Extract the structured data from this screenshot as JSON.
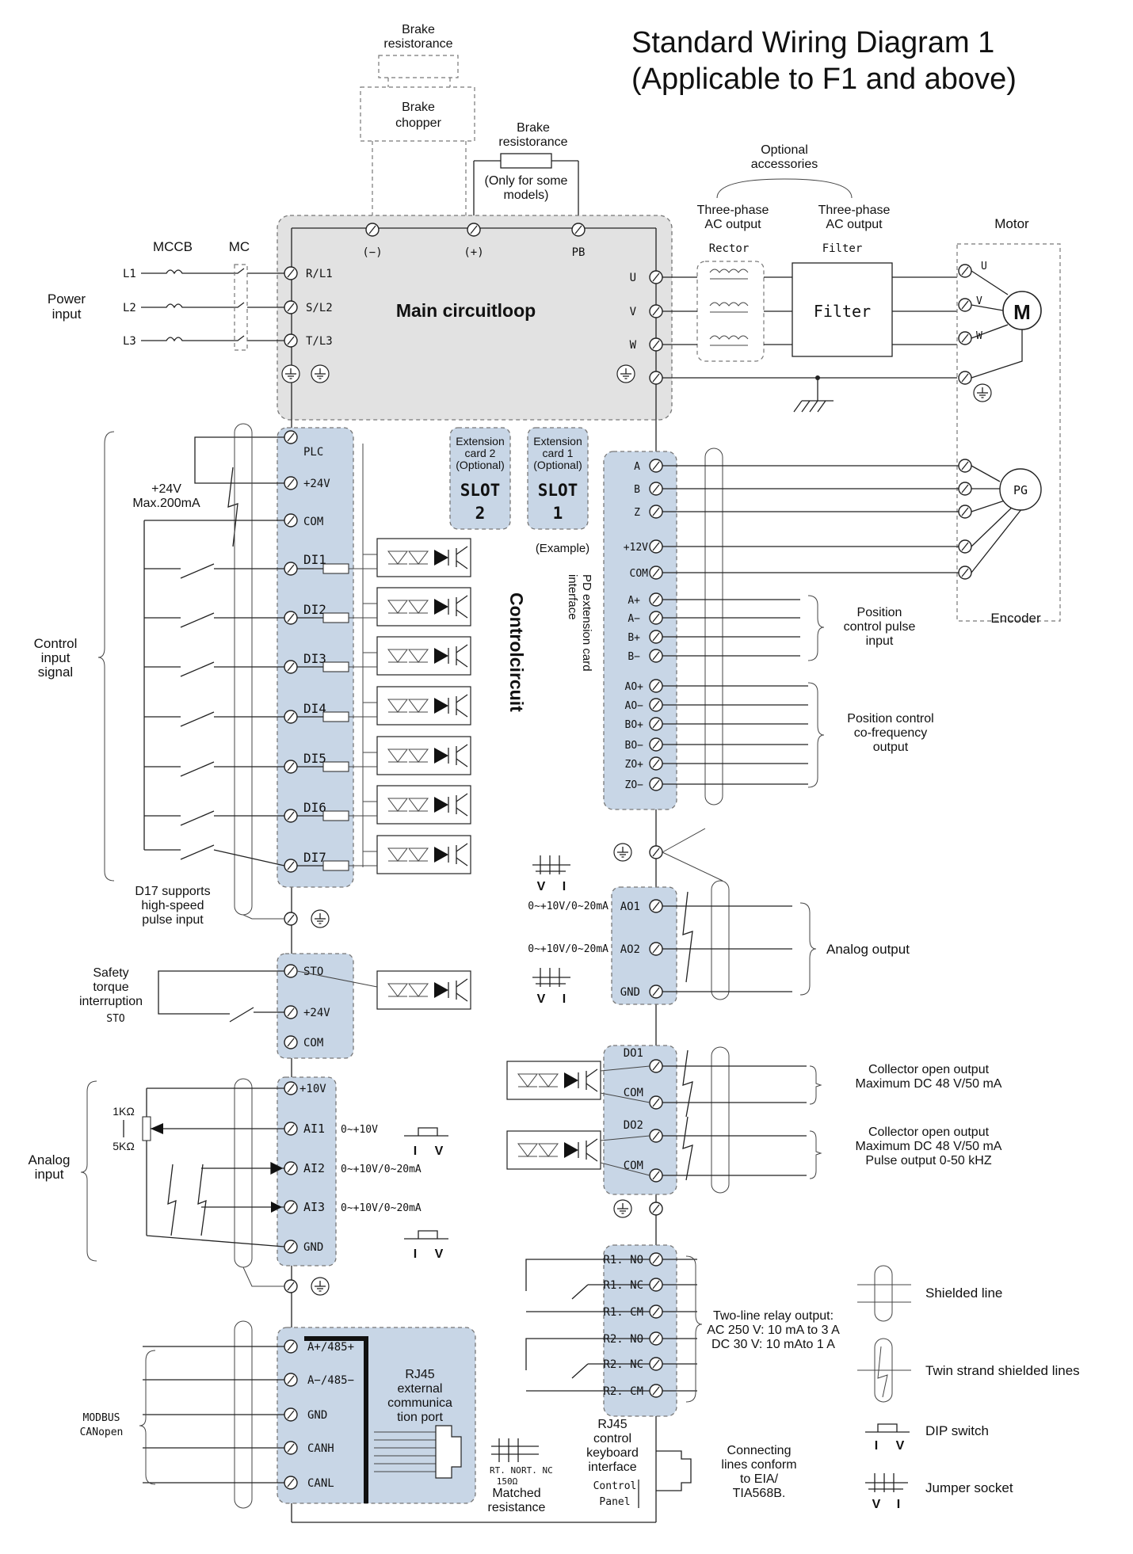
{
  "title": {
    "line1": "Standard Wiring Diagram 1",
    "line2": "(Applicable to F1 and above)"
  },
  "top": {
    "brake_res_top": [
      "Brake",
      "resistorance"
    ],
    "brake_chopper": [
      "Brake",
      "chopper"
    ],
    "brake_res_mid": [
      "Brake",
      "resistorance"
    ],
    "only_some": [
      "(Only for some",
      "models)"
    ],
    "optional_acc": [
      "Optional",
      "accessories"
    ],
    "three_phase_1": [
      "Three-phase",
      "AC output"
    ],
    "three_phase_2": [
      "Three-phase",
      "AC output"
    ],
    "motor": "Motor",
    "rector": "Rector",
    "filter_small": "Filter",
    "filter_big": "Filter",
    "motor_symbol": "M"
  },
  "main": {
    "title": "Main circuitloop",
    "bus_terms": [
      "(−)",
      "(+)",
      "PB"
    ],
    "in_terms": [
      "R/L1",
      "S/L2",
      "T/L3"
    ],
    "out_terms": [
      "U",
      "V",
      "W"
    ],
    "motor_terms": [
      "U",
      "V",
      "W"
    ]
  },
  "power": {
    "mccb": "MCCB",
    "mc": "MC",
    "lines": [
      "L1",
      "L2",
      "L3"
    ],
    "label": [
      "Power",
      "input"
    ]
  },
  "control_left": {
    "terms": [
      "PLC",
      "+24V",
      "COM",
      "DI1",
      "DI2",
      "DI3",
      "DI4",
      "DI5",
      "DI6",
      "DI7"
    ],
    "plus24": [
      "+24V",
      "Max.200mA"
    ],
    "ctrl_input": [
      "Control",
      "input",
      "signal"
    ],
    "di7_note": [
      "D17 supports",
      "high-speed",
      "pulse input"
    ]
  },
  "ext": {
    "card2": [
      "Extension",
      "card 2",
      "(Optional)"
    ],
    "card1": [
      "Extension",
      "card 1",
      "(Optional)"
    ],
    "slot_label": "SLOT",
    "slot2": "2",
    "slot1": "1",
    "example": "(Example)",
    "pd_iface": [
      "PD extension card",
      "interface"
    ],
    "control_circuit": "Controlcircuit"
  },
  "pd": {
    "terms": [
      "A",
      "B",
      "Z",
      "+12V",
      "COM",
      "A+",
      "A−",
      "B+",
      "B−",
      "AO+",
      "AO−",
      "BO+",
      "BO−",
      "ZO+",
      "ZO−"
    ],
    "encoder_label": "PG",
    "encoder": "Encoder",
    "pos_pulse": [
      "Position",
      "control pulse",
      "input"
    ],
    "pos_freq": [
      "Position control",
      "co-frequency",
      "output"
    ]
  },
  "ao": {
    "terms": [
      "AO1",
      "AO2",
      "GND"
    ],
    "ranges": [
      "0~+10V/0~20mA",
      "0~+10V/0~20mA"
    ],
    "label": "Analog output",
    "vi": [
      "V",
      "I"
    ]
  },
  "sto": {
    "terms": [
      "STO",
      "+24V",
      "COM"
    ],
    "label": [
      "Safety",
      "torque",
      "interruption"
    ],
    "sto_small": "STO"
  },
  "do": {
    "terms": [
      "DO1",
      "COM",
      "DO2",
      "COM"
    ],
    "label1": [
      "Collector open output",
      "Maximum DC 48 V/50 mA"
    ],
    "label2": [
      "Collector open output",
      "Maximum DC 48 V/50 mA",
      "Pulse output 0-50 kHZ"
    ]
  },
  "ai": {
    "terms": [
      "+10V",
      "AI1",
      "AI2",
      "AI3",
      "GND"
    ],
    "ranges": [
      "0~+10V",
      "0~+10V/0~20mA",
      "0~+10V/0~20mA"
    ],
    "pot": [
      "1KΩ",
      "5KΩ"
    ],
    "label": [
      "Analog",
      "input"
    ],
    "iv": [
      "I",
      "V"
    ]
  },
  "relay": {
    "terms": [
      "R1. NO",
      "R1. NC",
      "R1. CM",
      "R2. NO",
      "R2. NC",
      "R2. CM"
    ],
    "label": [
      "Two-line relay output:",
      "AC 250 V: 10 mA to 3 A",
      "DC 30 V: 10 mAto 1 A"
    ]
  },
  "comm": {
    "terms": [
      "A+/485+",
      "A−/485−",
      "GND",
      "CANH",
      "CANL"
    ],
    "modbus": [
      "MODBUS",
      "CANopen"
    ],
    "rj45_ext": [
      "RJ45",
      "external",
      "communica",
      "tion port"
    ],
    "rt": [
      "RT. NO",
      "RT. NC",
      "150Ω"
    ],
    "matched": [
      "Matched",
      "resistance"
    ],
    "rj45_kb": [
      "RJ45",
      "control",
      "keyboard",
      "interface"
    ],
    "panel": [
      "Control",
      "Panel"
    ],
    "connecting": [
      "Connecting",
      "lines conform",
      "to EIA/",
      "TIA568B."
    ]
  },
  "legend": [
    "Shielded line",
    "Twin strand shielded lines",
    "DIP switch",
    "Jumper socket"
  ],
  "legend_vi": {
    "dip": [
      "I",
      "V"
    ],
    "jumper": [
      "V",
      "I"
    ]
  }
}
